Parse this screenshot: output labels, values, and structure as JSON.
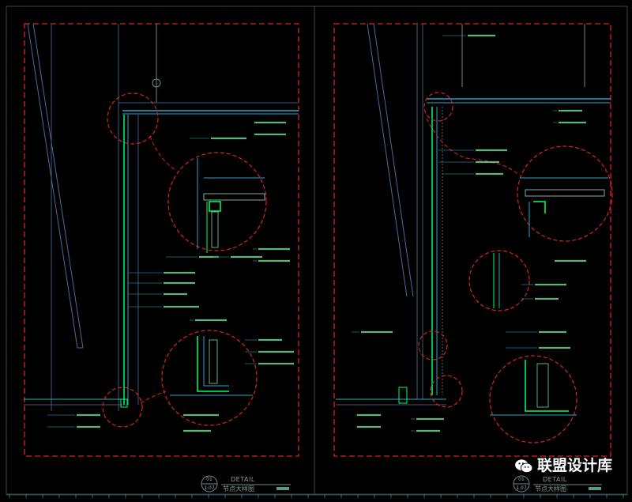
{
  "drawing": {
    "left_panel": {
      "number": "01",
      "sheet": "1.07",
      "title": "DETAIL",
      "subtitle": "节点大样图"
    },
    "right_panel": {
      "number": "01",
      "sheet": "1.07",
      "title": "DETAIL",
      "subtitle": "节点大样图"
    }
  },
  "watermark": {
    "text": "联盟设计库",
    "icon": "wechat-icon"
  },
  "colors": {
    "background": "#000000",
    "border": "#c8262b",
    "wall": "#00ff66",
    "structure": "#2aa6c8",
    "frame": "#3b5a5a"
  }
}
